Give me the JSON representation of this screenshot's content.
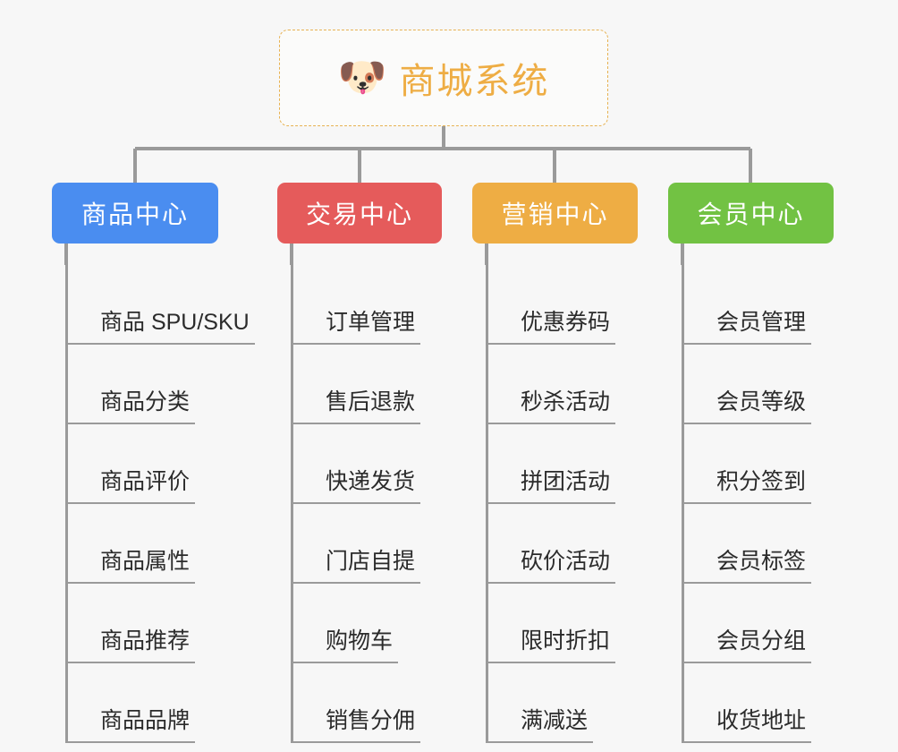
{
  "diagram": {
    "background_color": "#f7f7f7",
    "root": {
      "icon": "shiba-dog-face-icon",
      "emoji": "🐶",
      "title": "商城系统",
      "text_color": "#eead44",
      "border_color": "#e7b252"
    },
    "connector_color": "#9a9a9a",
    "branches": [
      {
        "label": "商品中心",
        "color": "#4a8df0",
        "items": [
          "商品 SPU/SKU",
          "商品分类",
          "商品评价",
          "商品属性",
          "商品推荐",
          "商品品牌"
        ]
      },
      {
        "label": "交易中心",
        "color": "#e55b5b",
        "items": [
          "订单管理",
          "售后退款",
          "快递发货",
          "门店自提",
          "购物车",
          "销售分佣"
        ]
      },
      {
        "label": "营销中心",
        "color": "#eead44",
        "items": [
          "优惠券码",
          "秒杀活动",
          "拼团活动",
          "砍价活动",
          "限时折扣",
          "满减送"
        ]
      },
      {
        "label": "会员中心",
        "color": "#72c243",
        "items": [
          "会员管理",
          "会员等级",
          "积分签到",
          "会员标签",
          "会员分组",
          "收货地址"
        ]
      }
    ]
  }
}
